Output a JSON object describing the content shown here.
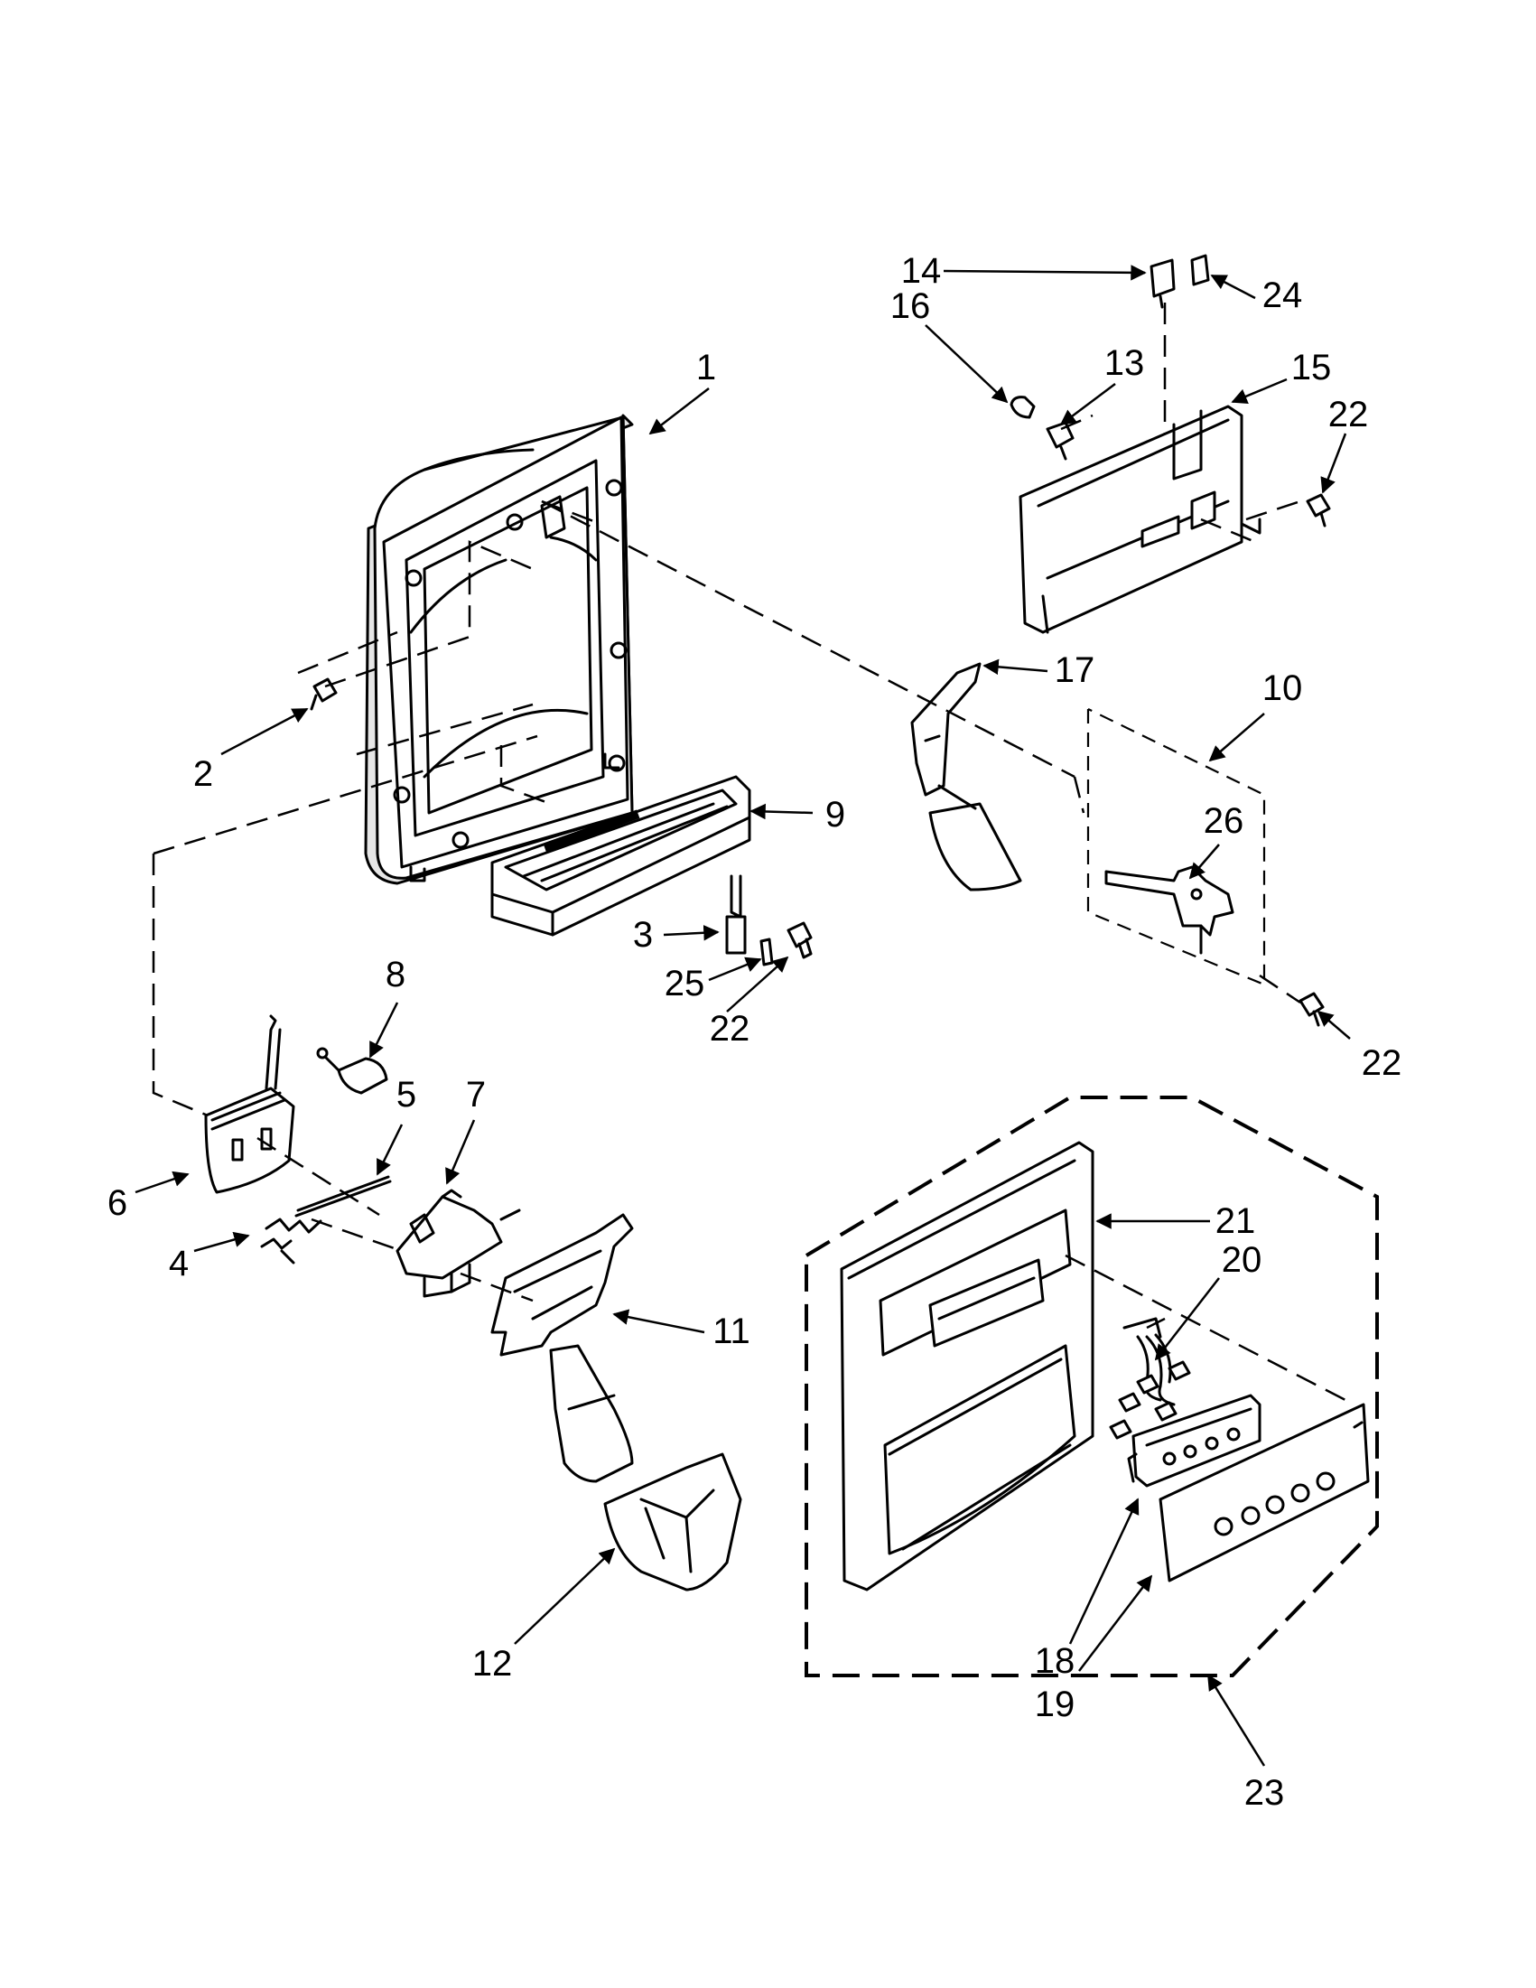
{
  "callouts": [
    {
      "id": "c1",
      "text": "1"
    },
    {
      "id": "c2",
      "text": "2"
    },
    {
      "id": "c3",
      "text": "3"
    },
    {
      "id": "c4",
      "text": "4"
    },
    {
      "id": "c5",
      "text": "5"
    },
    {
      "id": "c6",
      "text": "6"
    },
    {
      "id": "c7",
      "text": "7"
    },
    {
      "id": "c8",
      "text": "8"
    },
    {
      "id": "c9",
      "text": "9"
    },
    {
      "id": "c10",
      "text": "10"
    },
    {
      "id": "c11",
      "text": "11"
    },
    {
      "id": "c12",
      "text": "12"
    },
    {
      "id": "c13",
      "text": "13"
    },
    {
      "id": "c14",
      "text": "14"
    },
    {
      "id": "c15",
      "text": "15"
    },
    {
      "id": "c16",
      "text": "16"
    },
    {
      "id": "c17",
      "text": "17"
    },
    {
      "id": "c18",
      "text": "18"
    },
    {
      "id": "c19",
      "text": "19"
    },
    {
      "id": "c20",
      "text": "20"
    },
    {
      "id": "c21",
      "text": "21"
    },
    {
      "id": "c22a",
      "text": "22"
    },
    {
      "id": "c22b",
      "text": "22"
    },
    {
      "id": "c22c",
      "text": "22"
    },
    {
      "id": "c23",
      "text": "23"
    },
    {
      "id": "c24",
      "text": "24"
    },
    {
      "id": "c25",
      "text": "25"
    },
    {
      "id": "c26",
      "text": "26"
    }
  ]
}
